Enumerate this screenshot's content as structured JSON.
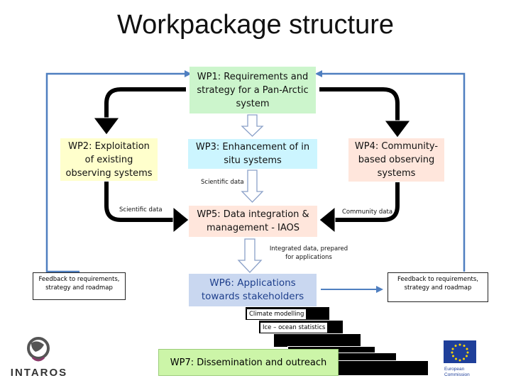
{
  "title": "Workpackage structure",
  "wp1": "WP1: Requirements and strategy for a Pan-Arctic system",
  "wp2": "WP2: Exploitation of existing observing systems",
  "wp3": "WP3: Enhancement of in situ systems",
  "wp4": "WP4: Community-based observing systems",
  "wp5": "WP5: Data integration & management - IAOS",
  "wp6": "WP6: Applications towards stakeholders",
  "wp7": "WP7: Dissemination and outreach",
  "labels": {
    "scientific_data_left": "Scientific data",
    "scientific_data_mid": "Scientific data",
    "community_data": "Community data",
    "integrated_data": "Integrated data, prepared for applications",
    "climate_modelling": "Climate modelling",
    "ice_ocean": "Ice – ocean statistics"
  },
  "feedback_left": "Feedback to requirements, strategy and roadmap",
  "feedback_right": "Feedback to requirements, strategy and roadmap",
  "logos": {
    "intaros": "INTAROS",
    "eu": "European Commission"
  },
  "colors": {
    "wp1": "#ccf5cc",
    "wp2": "#ffffcc",
    "wp3": "#ccf5ff",
    "wp4": "#ffe6dc",
    "wp5": "#ffe6dc",
    "wp6": "#c9d7f0",
    "wp7": "#ccf5a8",
    "feedback_line": "#4f7fc0"
  }
}
